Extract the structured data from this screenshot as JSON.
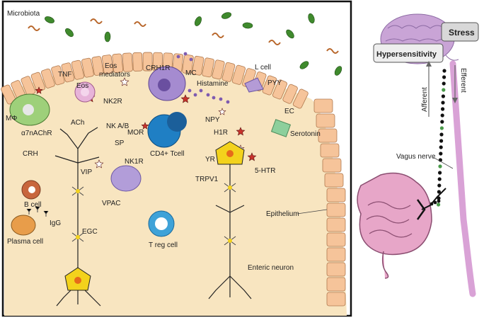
{
  "labels": {
    "microbiota": "Microbiota",
    "tnf": "TNF",
    "eos_mediators_1": "Eos",
    "eos_mediators_2": "mediators",
    "eos": "Eos",
    "nk2r": "NK2R",
    "crh1r": "CRH1R",
    "mc": "MC",
    "histamine": "Histamine",
    "l_cell": "L cell",
    "pyy": "PYY",
    "macrophage": "MΦ",
    "a7nachr": "α7nAChR",
    "ach": "ACh",
    "nk_ab": "NK A/B",
    "sp": "SP",
    "crh": "CRH",
    "mor": "MOR",
    "cd4": "CD4+ Tcell",
    "npy": "NPY",
    "h1r": "H1R",
    "yr": "YR",
    "ec": "EC",
    "serotonin": "Serotonin",
    "vip": "VIP",
    "nk1r": "NK1R",
    "trpv1": "TRPV1",
    "htr5": "5-HTR",
    "vpac": "VPAC",
    "b_cell": "B cell",
    "igg": "IgG",
    "plasma_cell": "Plasma cell",
    "egc": "EGC",
    "treg": "T reg cell",
    "epithelium": "Epithelium",
    "enteric_neuron": "Enteric neuron",
    "stress": "Stress",
    "hypersensitivity": "Hypersensitivity",
    "afferent": "Afferent",
    "efferent": "Efferent",
    "vagus_nerve": "Vagus nerve"
  },
  "colors": {
    "epithelium": "#f6c49a",
    "lamina": "#f8e5c0",
    "neuron": "#f3d21c",
    "macrophage": "#9ed07a",
    "mast_cell": "#a58bd0",
    "tcell": "#1f7fc4",
    "treg": "#3ea2d8",
    "bcell": "#c8663d",
    "brain": "#c9a4d6",
    "vagus": "#d9a2d6",
    "intestine": "#e7a6c8",
    "bacteria": "#3f8a2d",
    "star": "#c8332c"
  }
}
